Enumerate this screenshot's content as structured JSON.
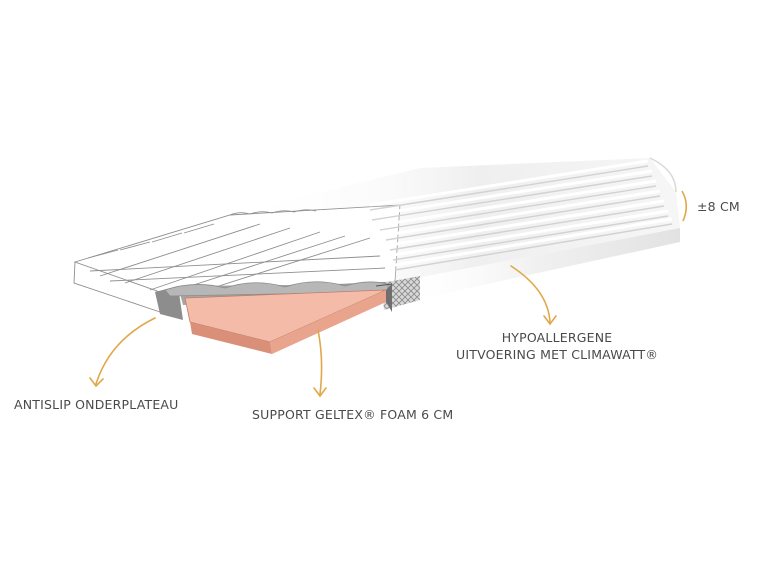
{
  "labels": {
    "height": "±8 CM",
    "hypo_line1": "HYPOALLERGENE",
    "hypo_line2": "UITVOERING MET CLIMAWATT®",
    "antislip": "ANTISLIP ONDERPLATEAU",
    "support": "SUPPORT GELTEX® FOAM 6 CM"
  },
  "colors": {
    "callout": "#e0a84a",
    "foam_top": "#f4bca8",
    "foam_side": "#e9a48e",
    "base_layer": "#9c9c9c",
    "mesh": "#b5b5b5",
    "text": "#4a4a4a"
  }
}
